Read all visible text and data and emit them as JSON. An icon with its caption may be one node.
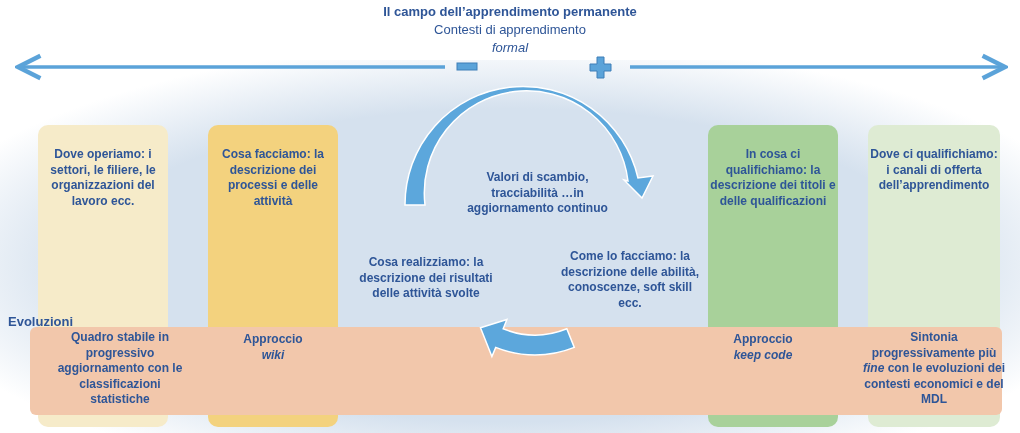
{
  "diagram": {
    "title": "Il campo dell’apprendimento permanente",
    "nodes": [
      {
        "text": [
          "Dove operiamo: i settori, le filiere, le organizzazioni del lavoro ecc.",
          "Quadro stabile in progressivo aggiornamento con le classificazioni statistiche"
        ]
      },
      {
        "text": [
          "Cosa facciamo: la descrizione dei processi e delle attività",
          "Approccio *wiki*"
        ]
      },
      {
        "text": [
          "In cosa ci qualifichiamo: la descrizione dei titoli e delle qualificazioni",
          "Approccio *keep code*"
        ]
      },
      {
        "text": [
          "Dove ci qualifichiamo: i canali di offerta dell’apprendimento",
          "Sintonia progressivamente più *fine* con le evoluzioni dei contesti economici e del MDL"
        ]
      },
      {
        "text": [],
        "shape": "bar"
      }
    ],
    "edges": [],
    "labels": [
      "Contesti di apprendimento",
      "formal",
      "Valori di scambio, tracciabilità …in aggiornamento continuo",
      "Come lo facciamo: la descrizione delle abilità, conoscenze, soft skill ecc.",
      "Cosa realizziamo: la descrizione dei risultati delle attività svolte",
      "Evoluzioni"
    ]
  }
}
